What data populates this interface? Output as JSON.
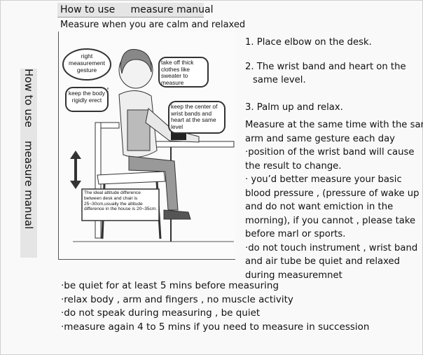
{
  "header": {
    "title": "How to use     measure manual"
  },
  "subtitle": "Measure when you are calm and relaxed",
  "side_label": "How to use    measure manual",
  "callouts": {
    "gesture": "right measurement gesture",
    "clothes": "take off thick clothes like sweater to measure",
    "erect": "keep the body rigidly erect",
    "center": "keep the center of wrist bands and heart at the same level",
    "altitude": "The ideal altitude difference between desk and chair is 25~30cm,usually the altitude difference in the house is 20~35cm."
  },
  "steps": {
    "step1": "1. Place elbow on the desk.",
    "step2_line1": "2. The wrist band and heart on the",
    "step2_line2": "same level.",
    "step3": "3. Palm up and relax."
  },
  "notes": [
    "Measure at the same time with the same",
    "arm and same gesture each day",
    "·position of the wrist band will cause",
    "the result to change.",
    "· you’d better measure your basic",
    "blood pressure , (pressure of wake up",
    "and do not want emiction in the",
    "morning), if you cannot , please take",
    "before marl or sports.",
    "·do not touch instrument , wrist band",
    "and air tube be quiet and relaxed",
    "during measuremnet"
  ],
  "bullets": [
    "·be quiet for at least 5 mins before measuring",
    "·relax body , arm and fingers , no muscle activity",
    "·do not speak during measuring , be quiet",
    "·measure again 4 to 5 mins if you need to measure in succession"
  ]
}
